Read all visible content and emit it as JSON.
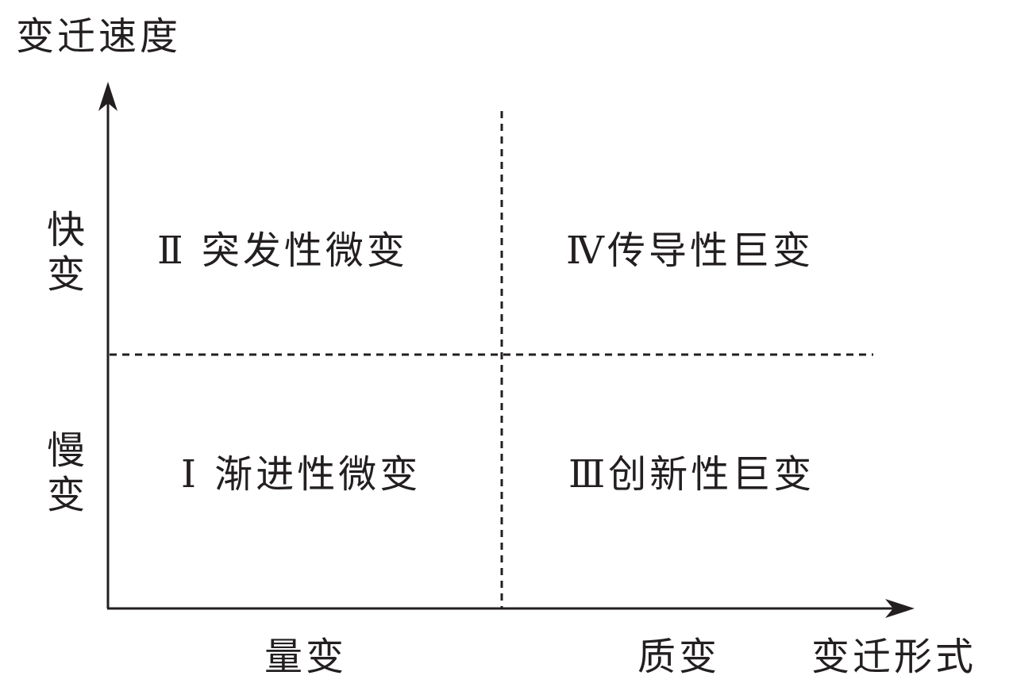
{
  "y_axis": {
    "title": "变迁速度",
    "fast": "快变",
    "slow": "慢变"
  },
  "x_axis": {
    "title": "变迁形式",
    "quantitative": "量变",
    "qualitative": "质变"
  },
  "quadrants": {
    "q1": "Ⅰ 渐进性微变",
    "q2": "Ⅱ 突发性微变",
    "q3": "Ⅲ创新性巨变",
    "q4": "Ⅳ传导性巨变"
  },
  "colors": {
    "ink": "#231f20"
  }
}
